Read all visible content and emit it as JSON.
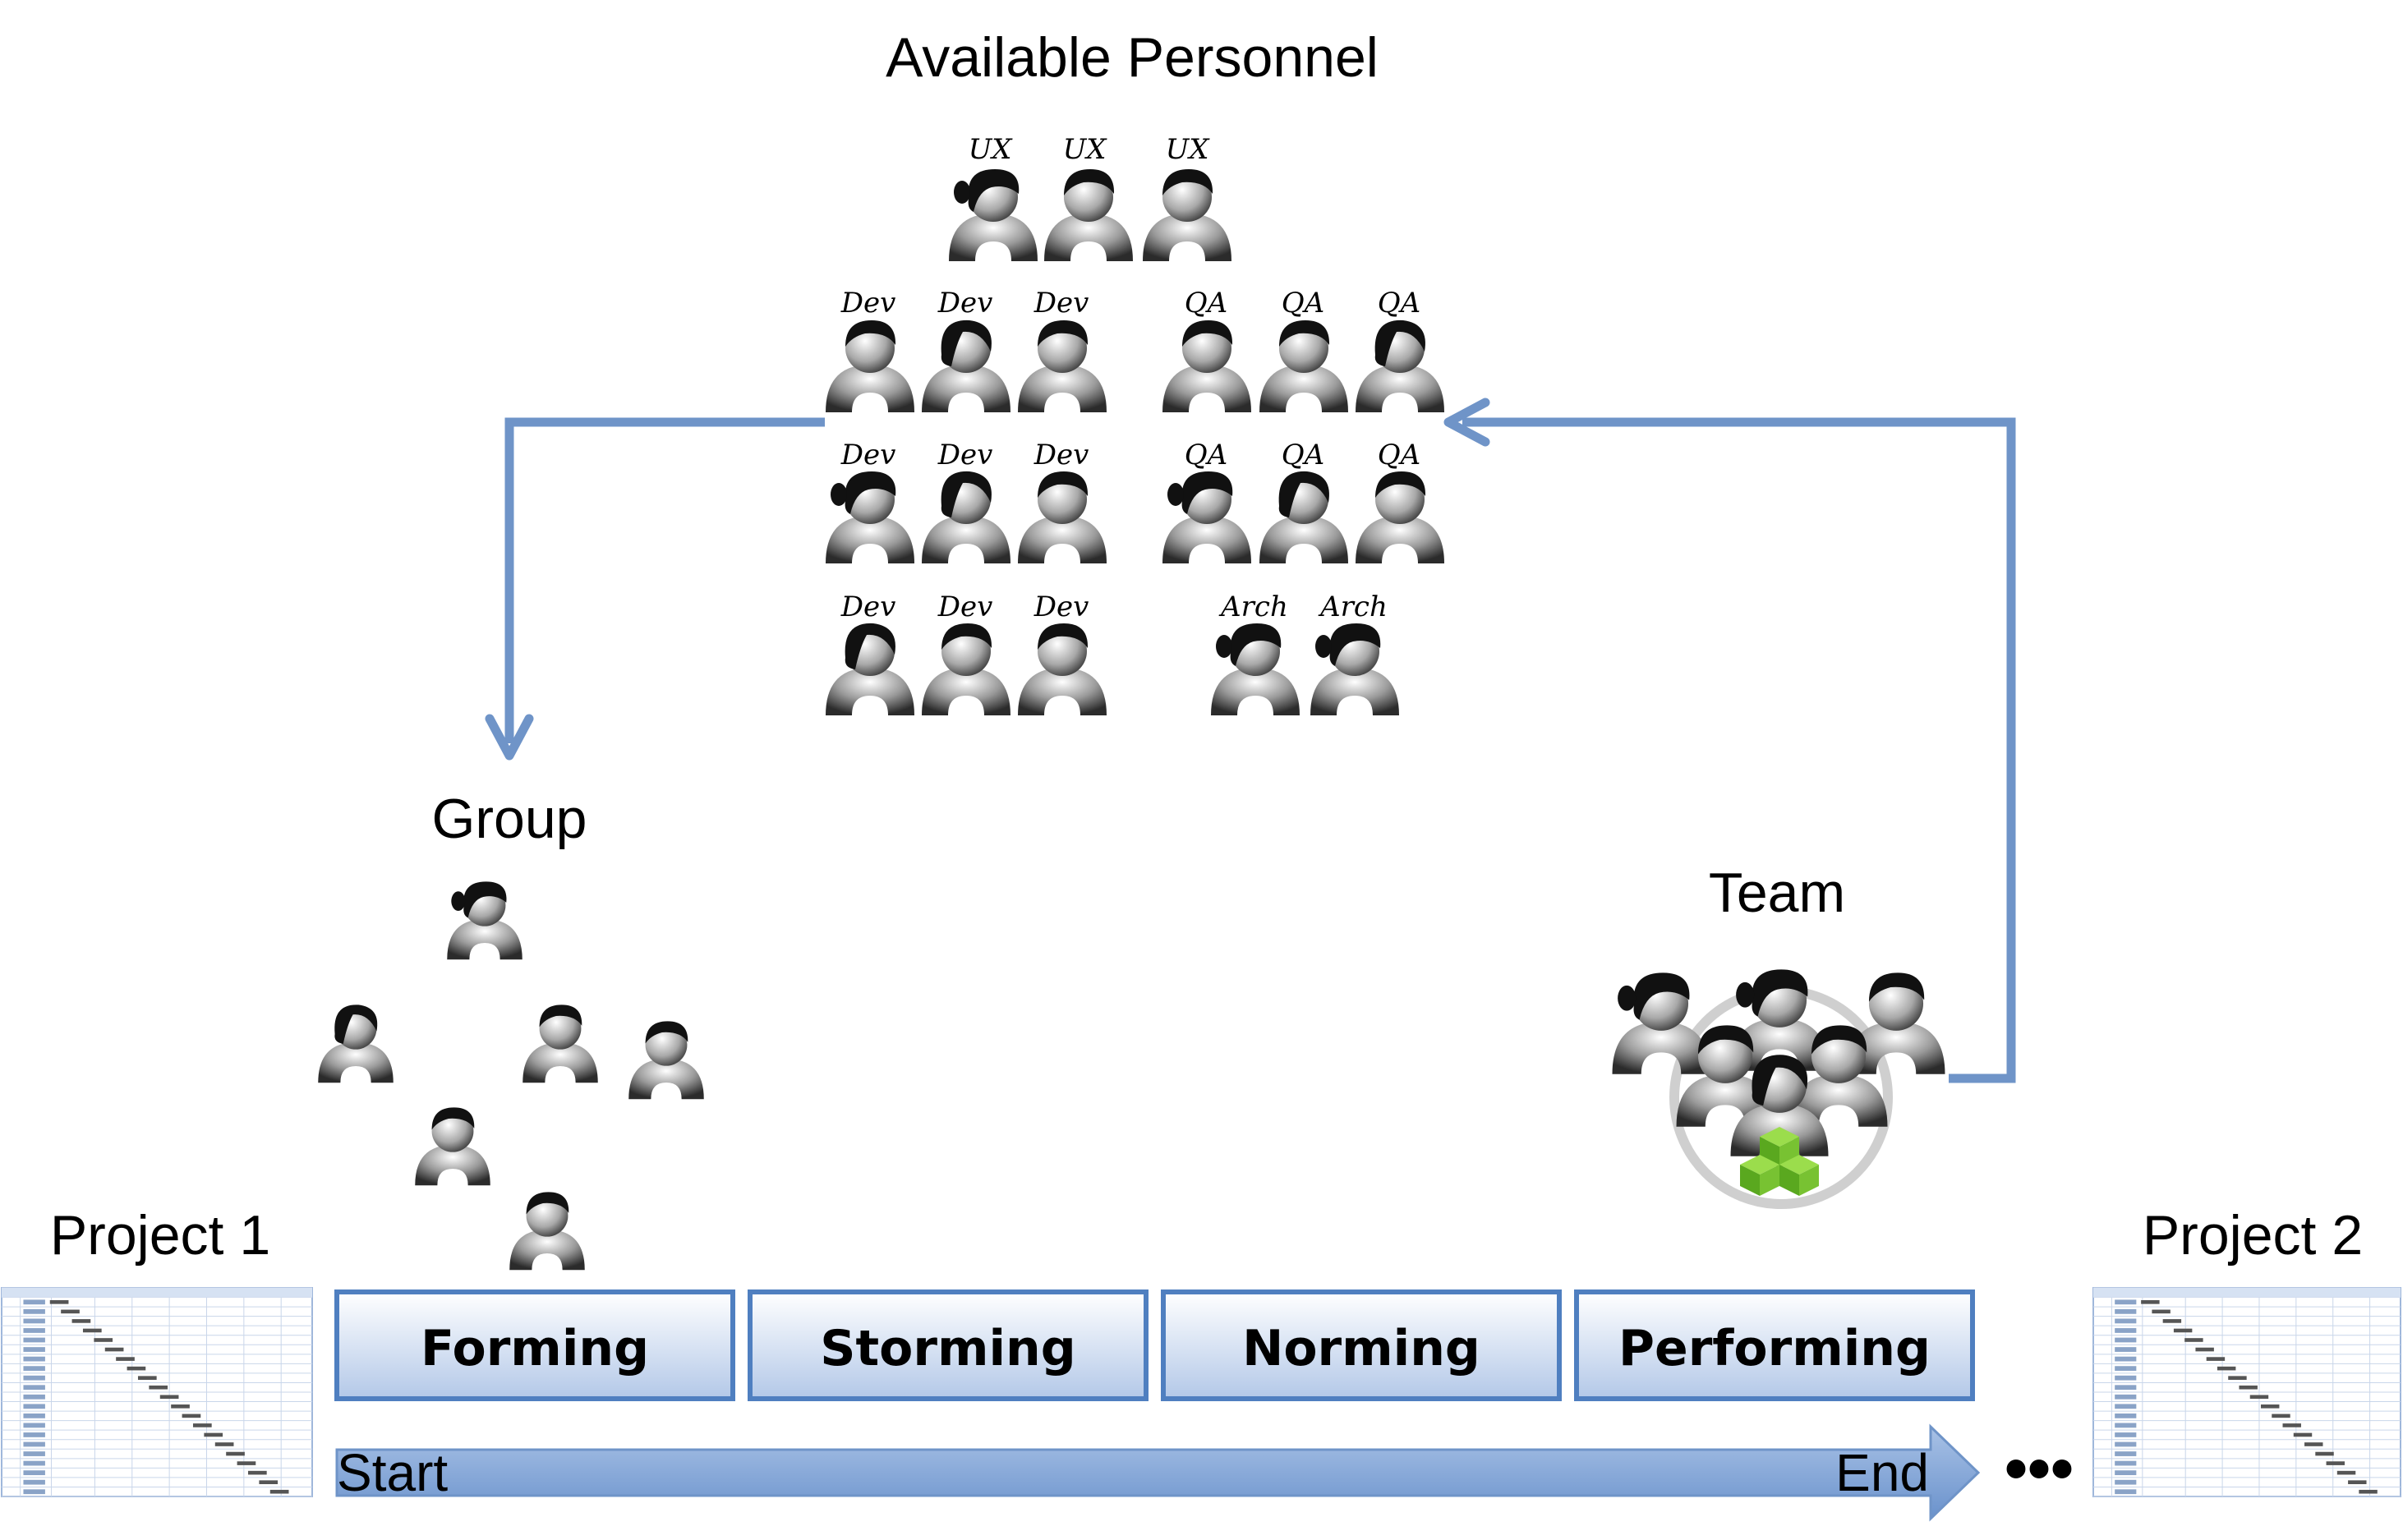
{
  "labels": {
    "available_personnel": "Available Personnel",
    "group": "Group",
    "team": "Team",
    "project1": "Project 1",
    "project2": "Project 2",
    "start": "Start",
    "end": "End",
    "ellipsis": "•••"
  },
  "roles": {
    "ux": [
      "UX",
      "UX",
      "UX"
    ],
    "dev_row1": [
      "Dev",
      "Dev",
      "Dev"
    ],
    "qa_row1": [
      "QA",
      "QA",
      "QA"
    ],
    "dev_row2": [
      "Dev",
      "Dev",
      "Dev"
    ],
    "qa_row2": [
      "QA",
      "QA",
      "QA"
    ],
    "dev_row3": [
      "Dev",
      "Dev",
      "Dev"
    ],
    "arch": [
      "Arch",
      "Arch"
    ]
  },
  "phases": [
    "Forming",
    "Storming",
    "Norming",
    "Performing"
  ],
  "colors": {
    "arrow": "#6f94c8",
    "phase_border": "#4f7fc0",
    "phase_fill_top": "#ffffff",
    "phase_fill_bottom": "#b3c8e8",
    "timeline_fill": "#7fa2d4",
    "cubes": "#6fbf2a",
    "team_ring": "#cfcfcf"
  },
  "icons": {
    "person": "person-icon",
    "team_emblem": "team-icon",
    "project_plan": "gantt-chart-icon"
  }
}
